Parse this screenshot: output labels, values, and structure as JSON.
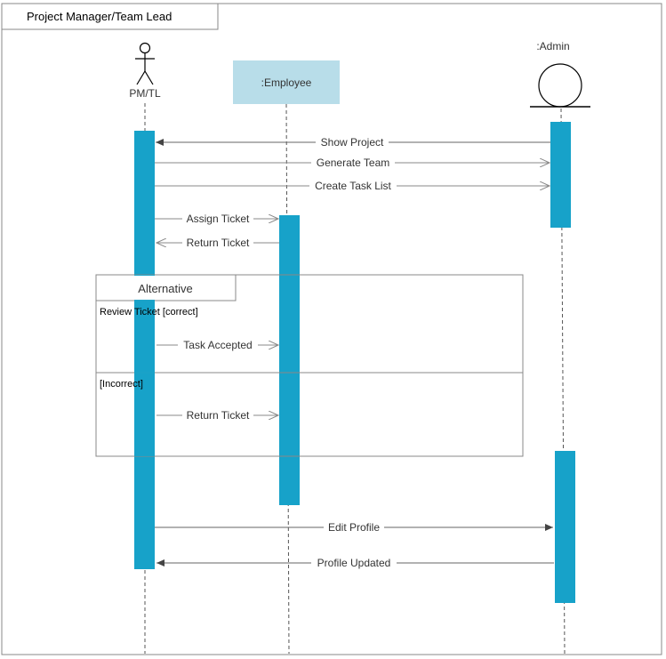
{
  "frame": {
    "title": "Project Manager/Team Lead"
  },
  "participants": {
    "pm": {
      "label": "PM/TL"
    },
    "employee": {
      "label": ":Employee"
    },
    "admin": {
      "label": ":Admin"
    }
  },
  "messages": {
    "show_project": "Show Project",
    "generate_team": "Generate Team",
    "create_task_list": "Create Task List",
    "assign_ticket": "Assign Ticket",
    "return_ticket_1": "Return Ticket",
    "task_accepted": "Task Accepted",
    "return_ticket_2": "Return Ticket",
    "edit_profile": "Edit Profile",
    "profile_updated": "Profile Updated"
  },
  "fragment": {
    "title": "Alternative",
    "guard_1": "Review Ticket   [correct]",
    "guard_2": "[Incorrect]"
  },
  "colors": {
    "activation": "#17a2c9",
    "employee_box": "#b8dde9"
  }
}
